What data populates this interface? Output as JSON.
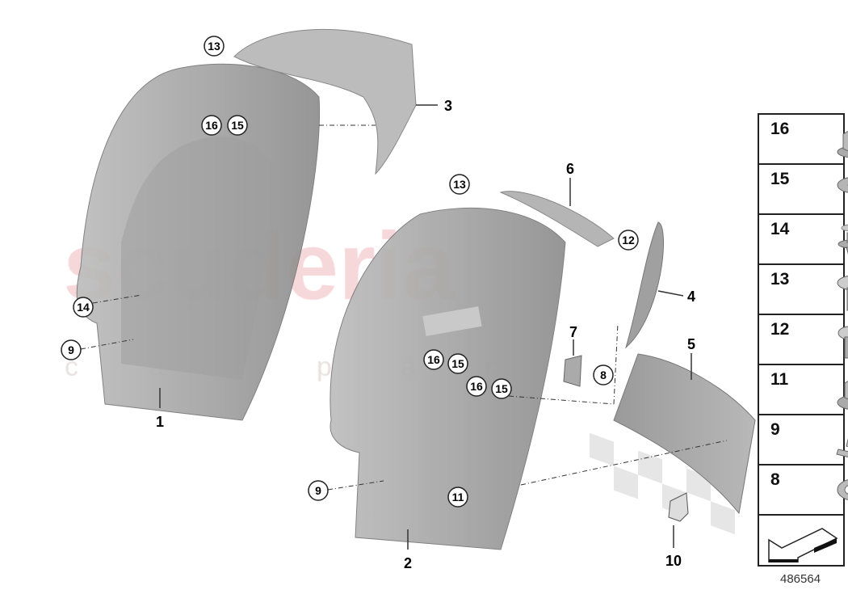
{
  "diagram_id": "486564",
  "watermark": {
    "main": "scuderia",
    "sub": "car parts"
  },
  "callouts_circled": [
    "13",
    "16",
    "15",
    "14",
    "9",
    "13",
    "12",
    "16",
    "15",
    "16",
    "15",
    "8",
    "9",
    "11"
  ],
  "callouts_plain": [
    "3",
    "6",
    "4",
    "7",
    "5",
    "1",
    "2",
    "10"
  ],
  "legend": [
    {
      "number": "16",
      "part": "collar-nut"
    },
    {
      "number": "15",
      "part": "washer"
    },
    {
      "number": "14",
      "part": "expanding-rivet"
    },
    {
      "number": "13",
      "part": "fillister-head-screw"
    },
    {
      "number": "12",
      "part": "fillister-head-screw-small"
    },
    {
      "number": "11",
      "part": "hex-nut-with-plate"
    },
    {
      "number": "9",
      "part": "clip-nut"
    },
    {
      "number": "8",
      "part": "retaining-ring"
    },
    {
      "number": "",
      "part": "view-arrow"
    }
  ],
  "colors": {
    "part_fill": "#a9a9a9",
    "part_dark": "#8f8f8f",
    "line": "#333333"
  }
}
